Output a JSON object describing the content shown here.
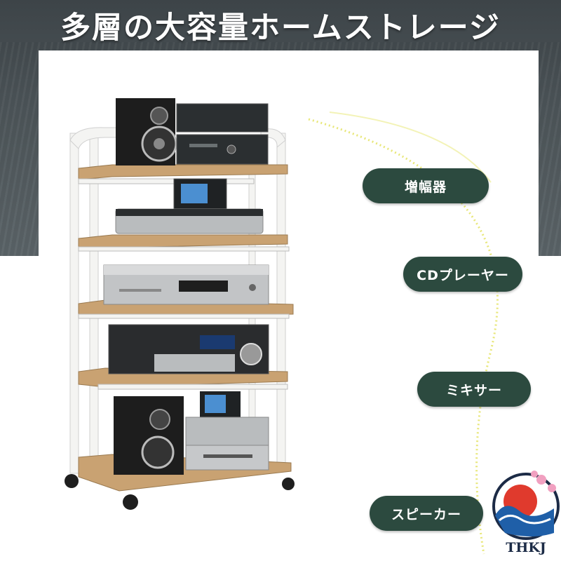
{
  "banner": {
    "title": "多層の大容量ホームストレージ"
  },
  "labels": [
    {
      "id": "amplifier",
      "text": "増幅器"
    },
    {
      "id": "cd-player",
      "text": "CDプレーヤー"
    },
    {
      "id": "mixer",
      "text": "ミキサー"
    },
    {
      "id": "speaker",
      "text": "スピーカー"
    }
  ],
  "logo": {
    "text": "THKJ"
  },
  "colors": {
    "pill": "#2c4a3f",
    "arc": "#e6e46a",
    "shelf_wood": "#c9a272",
    "frame": "#f4f4f2"
  }
}
